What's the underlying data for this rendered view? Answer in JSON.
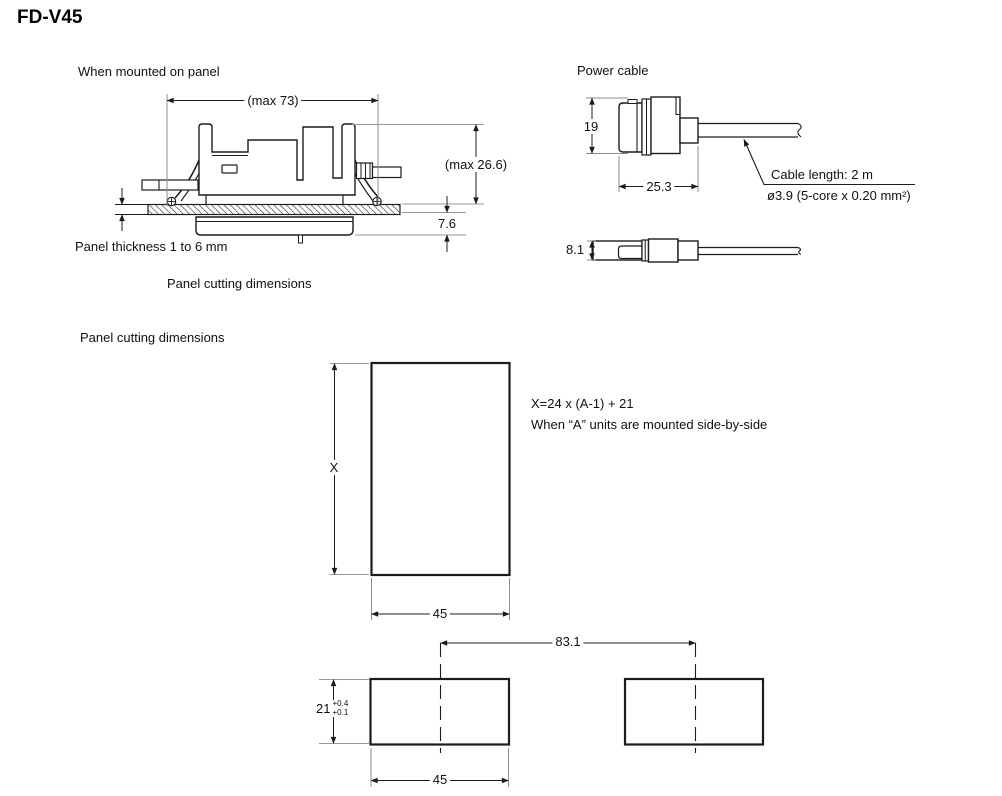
{
  "title": "FD-V45",
  "mounted_view": {
    "heading": "When mounted on panel",
    "dim_width": "(max 73)",
    "dim_height": "(max 26.6)",
    "dim_protrusion": "7.6",
    "panel_thickness_note": "Panel thickness 1 to 6 mm",
    "caption": "Panel cutting dimensions"
  },
  "power_cable_view": {
    "heading": "Power cable",
    "dim_height": "19",
    "dim_connector_length": "25.3",
    "dim_side_height": "8.1",
    "cable_length_note": "Cable length: 2 m",
    "cable_spec_note": "ø3.9 (5-core x 0.20 mm²)"
  },
  "panel_cutting_view": {
    "heading": "Panel cutting dimensions",
    "dim_height": "X",
    "dim_width": "45",
    "dim_pitch": "83.1",
    "dim_cut_height": "21",
    "tolerance_upper": "+0.4",
    "tolerance_lower": "+0.1",
    "dim_width_bottom": "45",
    "formula": "X=24 x (A-1) + 21",
    "formula_note": "When “A” units are mounted side-by-side"
  }
}
